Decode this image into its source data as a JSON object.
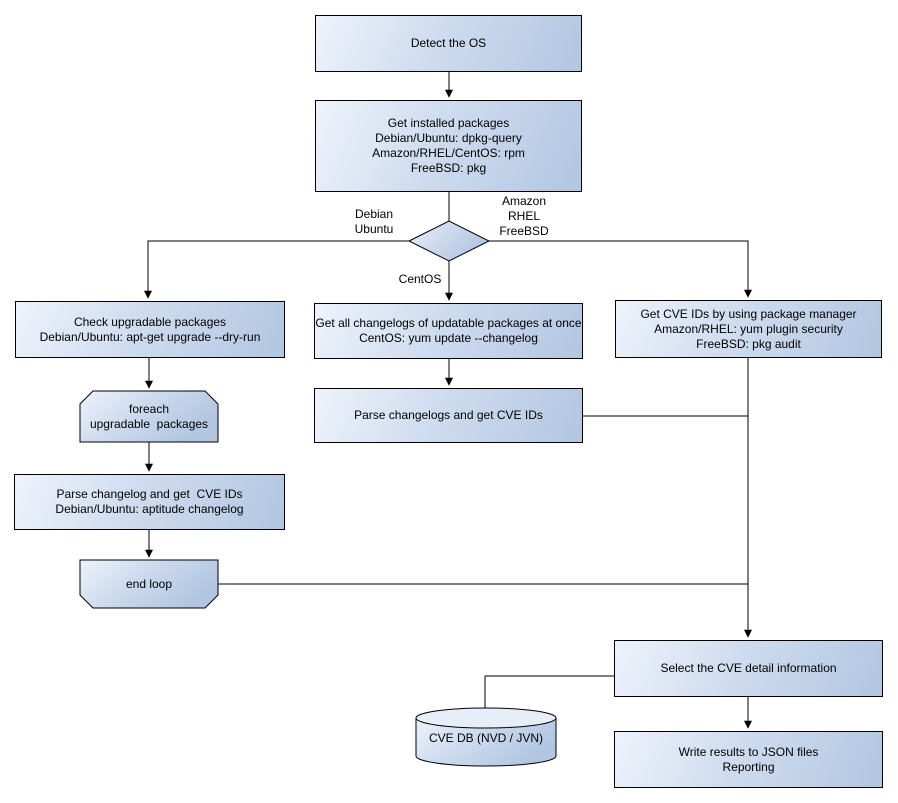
{
  "colors": {
    "node_fill_light": "#eef3fb",
    "node_fill_dark": "#b2c6e1",
    "node_border": "#000000",
    "connector_line": "#000000",
    "text": "#000000",
    "background": "#ffffff"
  },
  "nodes": {
    "detect_os": {
      "label": "Detect the OS"
    },
    "get_installed_packages": {
      "label": "Get installed packages\nDebian/Ubuntu: dpkg-query\nAmazon/RHEL/CentOS: rpm\nFreeBSD: pkg"
    },
    "check_upgradable_packages": {
      "label": "Check upgradable packages\nDebian/Ubuntu: apt-get upgrade --dry-run"
    },
    "foreach_loop_start": {
      "label": "foreach\nupgradable  packages"
    },
    "parse_changelog_left": {
      "label": "Parse changelog and get  CVE IDs\nDebian/Ubuntu: aptitude changelog"
    },
    "end_loop": {
      "label": "end loop"
    },
    "get_all_changelogs": {
      "label": "Get all changelogs of updatable packages at once\nCentOS: yum update --changelog"
    },
    "parse_changelogs": {
      "label": "Parse changelogs and get CVE IDs"
    },
    "get_cve_ids_pkg_manager": {
      "label": "Get CVE IDs by using package manager\nAmazon/RHEL: yum plugin security\nFreeBSD: pkg audit"
    },
    "select_cve_detail": {
      "label": "Select the CVE detail information"
    },
    "cve_db": {
      "label": "CVE DB (NVD / JVN)"
    },
    "write_results": {
      "label": "Write results to JSON files\nReporting"
    }
  },
  "edge_labels": {
    "left_branch": "Debian\nUbuntu",
    "right_branch": "Amazon\nRHEL\nFreeBSD",
    "center_branch": "CentOS"
  }
}
